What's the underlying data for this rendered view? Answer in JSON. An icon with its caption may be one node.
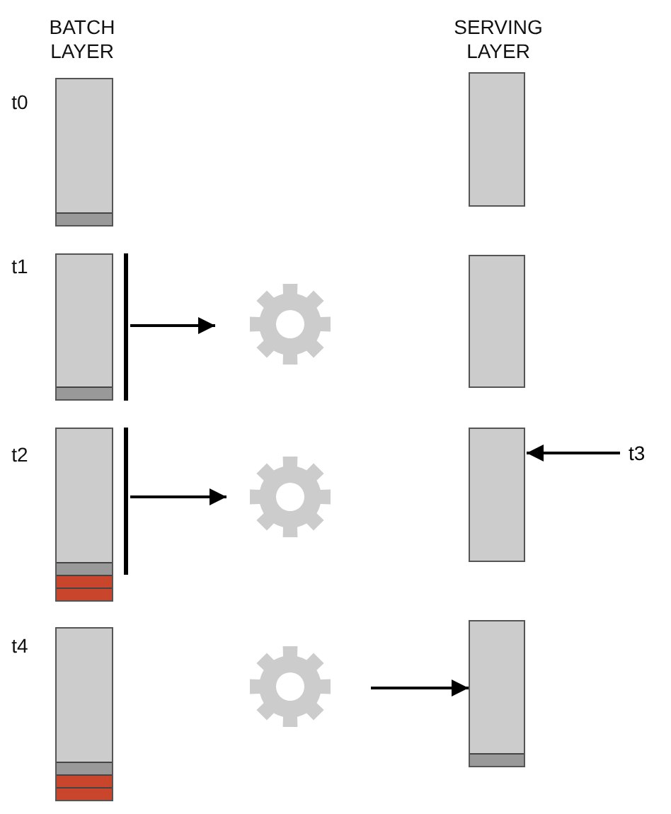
{
  "diagram": {
    "nodes": [
      {
        "text": [],
        "shape": "bar"
      },
      {
        "text": [],
        "shape": "bar"
      },
      {
        "text": [],
        "shape": "bar"
      },
      {
        "text": [],
        "shape": "gear"
      },
      {
        "text": [],
        "shape": "bar"
      },
      {
        "text": [],
        "shape": "bar"
      },
      {
        "text": [],
        "shape": "gear"
      },
      {
        "text": [],
        "shape": "bar"
      },
      {
        "text": [
          "t3"
        ]
      },
      {
        "text": [],
        "shape": "bar"
      },
      {
        "text": [],
        "shape": "gear"
      },
      {
        "text": [],
        "shape": "bar"
      }
    ],
    "edges": [
      {
        "from": 2,
        "to": 3,
        "arrow": "to"
      },
      {
        "from": 5,
        "to": 6,
        "arrow": "to"
      },
      {
        "from": 8,
        "to": 7,
        "arrow": "to"
      },
      {
        "from": null,
        "to": 11,
        "arrow": "to"
      }
    ],
    "labels": [
      "BATCH LAYER",
      "SERVING LAYER",
      "t0",
      "t1",
      "t2",
      "t4"
    ]
  }
}
